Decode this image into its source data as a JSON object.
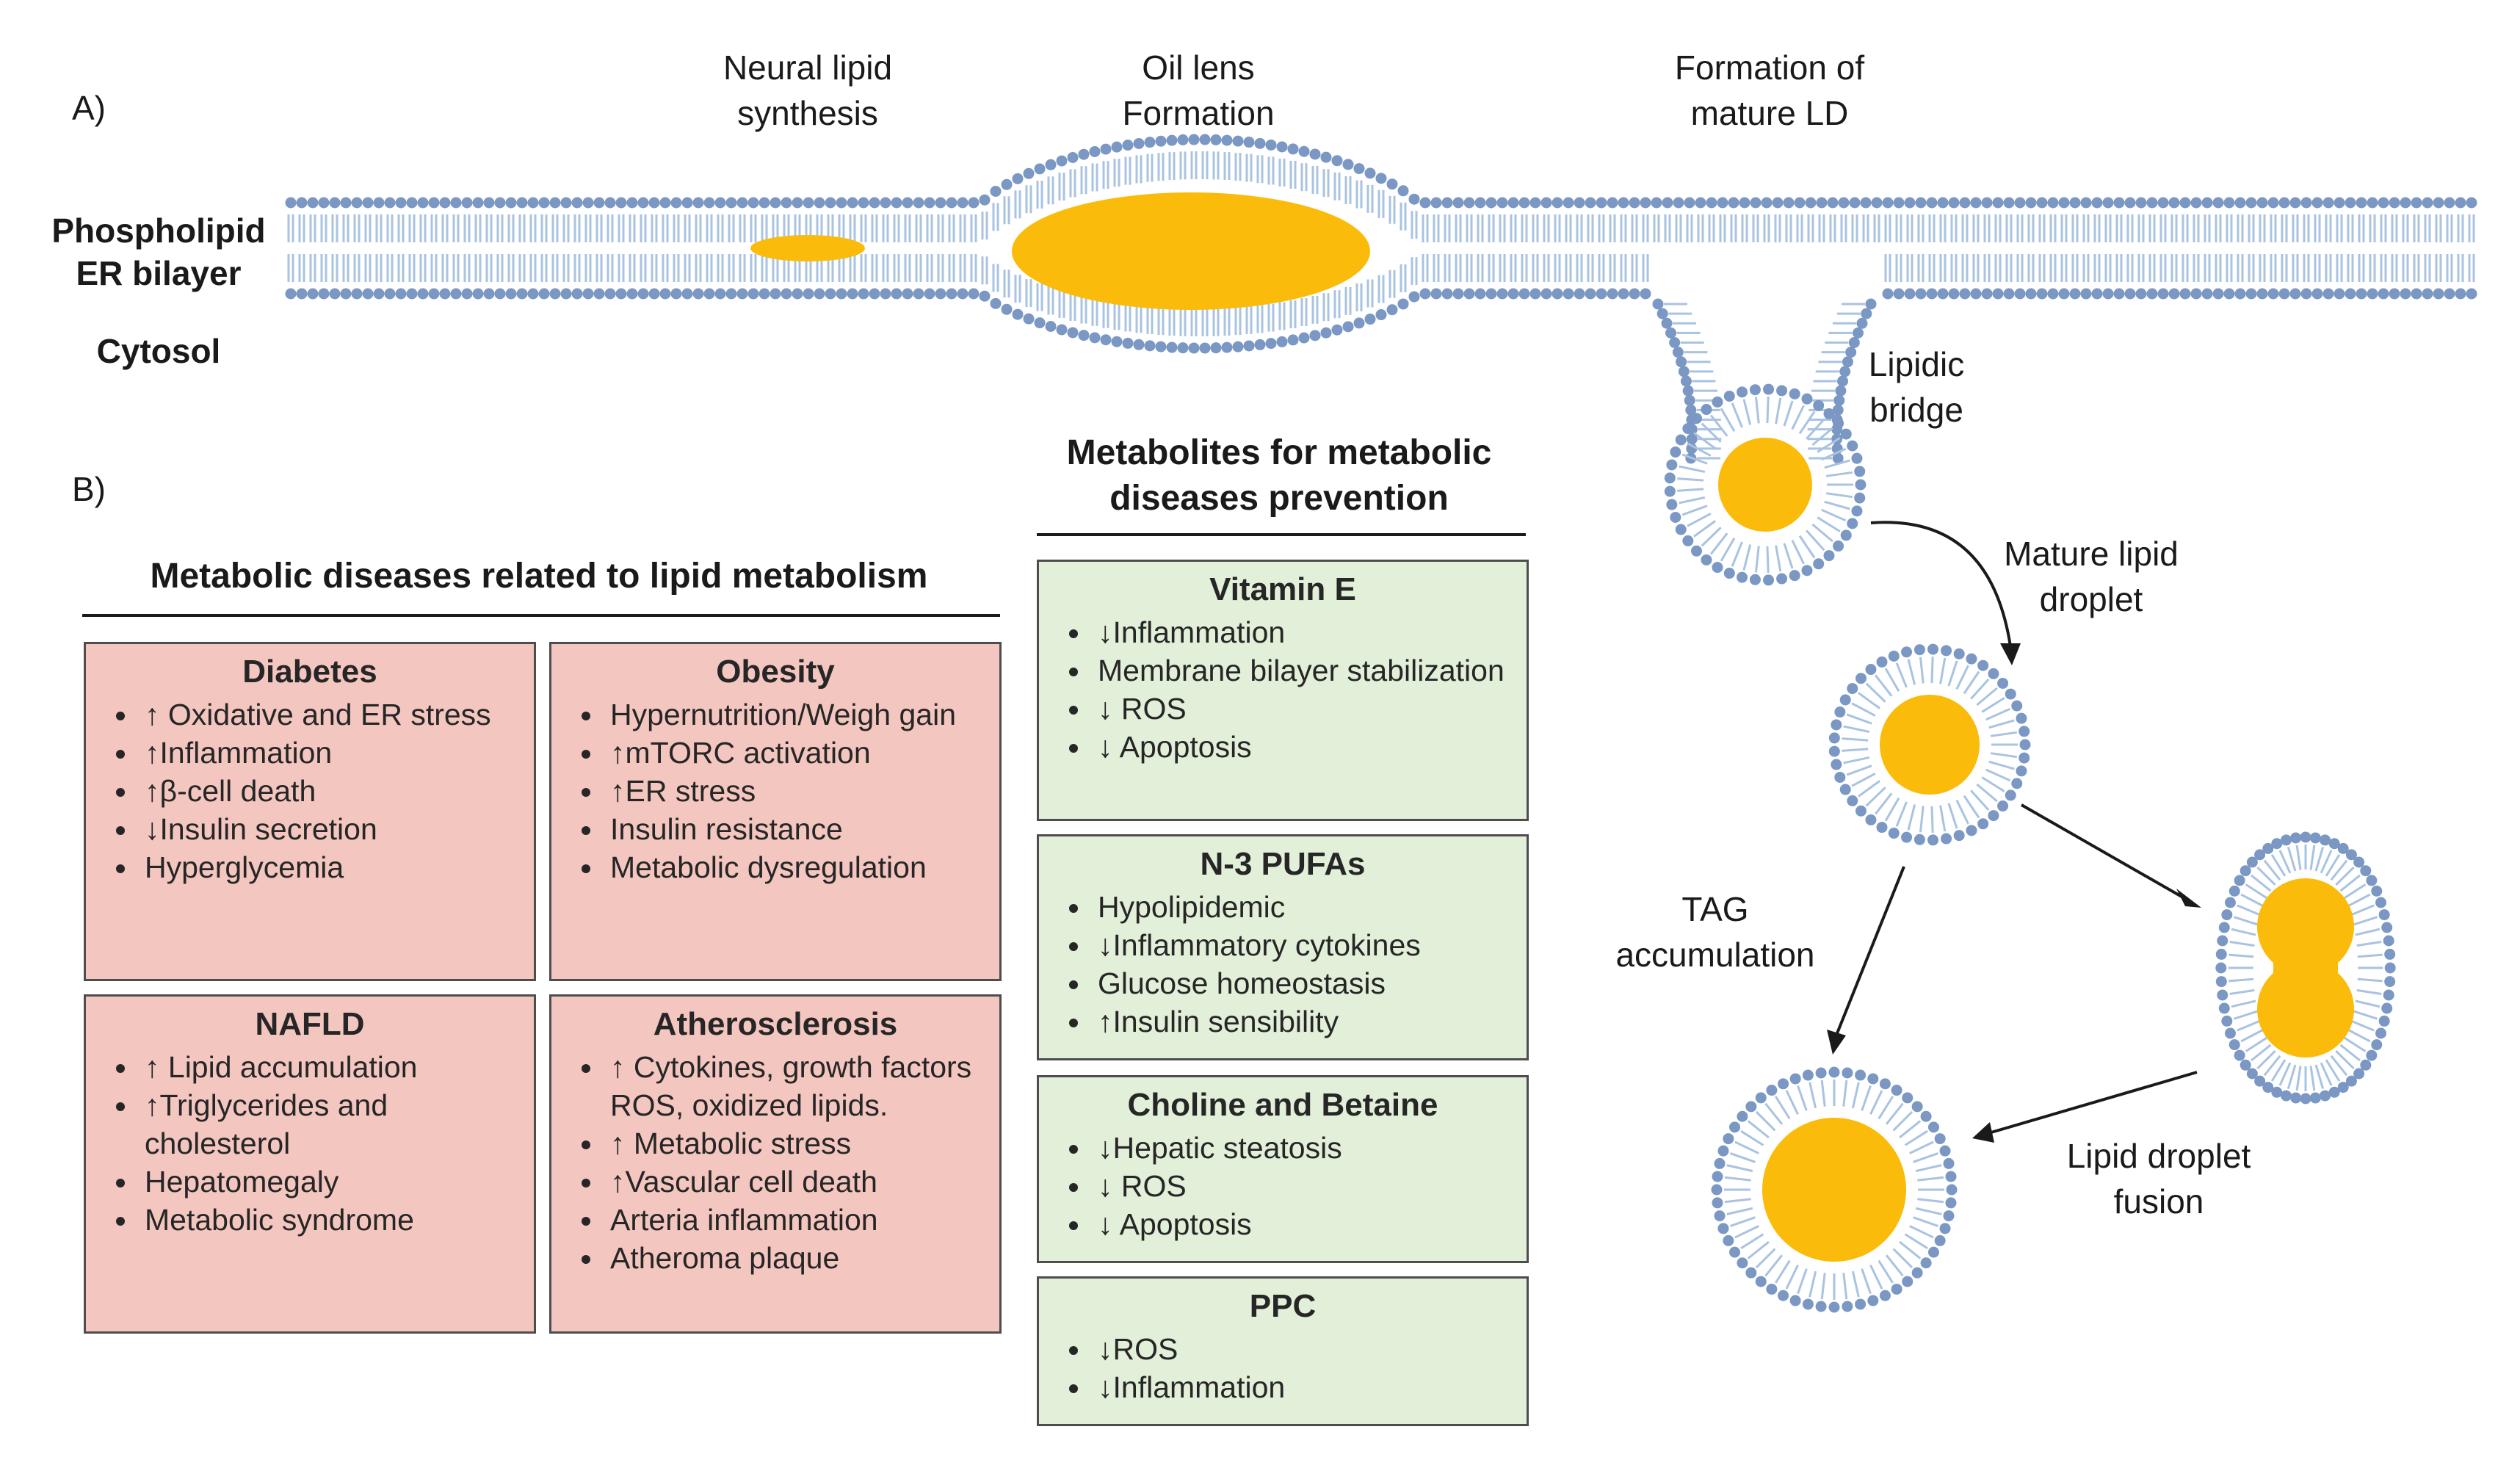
{
  "panel_a": {
    "label": "A)",
    "membrane_label_1": "Phospholipid",
    "membrane_label_2": "ER bilayer",
    "cytosol": "Cytosol",
    "neutral_lipid": [
      "Neural lipid",
      "synthesis"
    ],
    "oil_lens": [
      "Oil lens",
      "Formation"
    ],
    "formation_mature": [
      "Formation of",
      "mature LD"
    ],
    "lipidic_bridge": [
      "Lipidic",
      "bridge"
    ],
    "mature_droplet": [
      "Mature lipid",
      "droplet"
    ],
    "tag_accumulation": [
      "TAG",
      "accumulation"
    ],
    "droplet_fusion": [
      "Lipid droplet",
      "fusion"
    ]
  },
  "panel_b": {
    "label": "B)",
    "diseases_title": "Metabolic diseases related to lipid metabolism",
    "metabolites_title": [
      "Metabolites for metabolic",
      "diseases prevention"
    ],
    "diseases": [
      {
        "title": "Diabetes",
        "items": [
          "↑ Oxidative and ER stress",
          "↑Inflammation",
          "↑β-cell death",
          "↓Insulin secretion",
          "Hyperglycemia"
        ]
      },
      {
        "title": "Obesity",
        "items": [
          "Hypernutrition/Weigh gain",
          "↑mTORC activation",
          "↑ER stress",
          "Insulin resistance",
          "Metabolic dysregulation"
        ]
      },
      {
        "title": "NAFLD",
        "items": [
          "↑ Lipid accumulation",
          "↑Triglycerides and cholesterol",
          "Hepatomegaly",
          "Metabolic syndrome"
        ]
      },
      {
        "title": "Atherosclerosis",
        "items": [
          "↑ Cytokines, growth factors ROS, oxidized lipids.",
          "↑ Metabolic stress",
          "↑Vascular cell death",
          "Arteria inflammation",
          "Atheroma plaque"
        ]
      }
    ],
    "metabolites": [
      {
        "title": "Vitamin E",
        "items": [
          "↓Inflammation",
          "Membrane bilayer stabilization",
          "↓ ROS",
          "↓ Apoptosis"
        ]
      },
      {
        "title": "N-3 PUFAs",
        "items": [
          "Hypolipidemic",
          "↓Inflammatory cytokines",
          "Glucose homeostasis",
          "↑Insulin sensibility"
        ]
      },
      {
        "title": "Choline and Betaine",
        "items": [
          "↓Hepatic steatosis",
          "↓ ROS",
          "↓ Apoptosis"
        ]
      },
      {
        "title": "PPC",
        "items": [
          "↓ROS",
          "↓Inflammation"
        ]
      }
    ]
  },
  "colors": {
    "lipid": "#fbbb0a",
    "head": "#7b97c4",
    "tail": "#a9c3e0",
    "disease_fill": "#f4c6c0",
    "metabolite_fill": "#e2efd9"
  }
}
